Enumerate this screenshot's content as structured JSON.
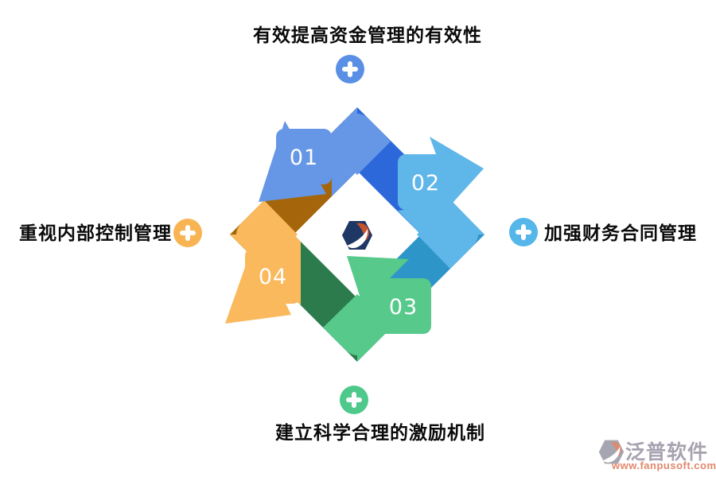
{
  "labels": {
    "top": "有效提高资金管理的有效性",
    "right": "加强财务合同管理",
    "bottom": "建立科学合理的激励机制",
    "left": "重视内部控制管理"
  },
  "plus_icons": {
    "top_color": "#5a8fe6",
    "right_color": "#55b6e9",
    "left_color": "#f8b452",
    "bottom_color": "#4ec98b"
  },
  "cycle": {
    "steps": [
      {
        "number": "01",
        "color": "#6597e6"
      },
      {
        "number": "02",
        "color": "#5fb6e8"
      },
      {
        "number": "03",
        "color": "#57c98a"
      },
      {
        "number": "04",
        "color": "#f9b95c"
      }
    ],
    "band_colors": {
      "top_right": "#2c68da",
      "bottom_right": "#2e95c8",
      "bottom_left": "#2b7b4d",
      "top_left": "#a5660b"
    }
  },
  "center_logo": {
    "navy": "#1f3765",
    "orange": "#c8542e"
  },
  "watermark": {
    "brand": "泛普软件",
    "url": "www.fanpusoft.com",
    "brand_color": "#a8a2b0",
    "url_color": "#e2876b"
  }
}
